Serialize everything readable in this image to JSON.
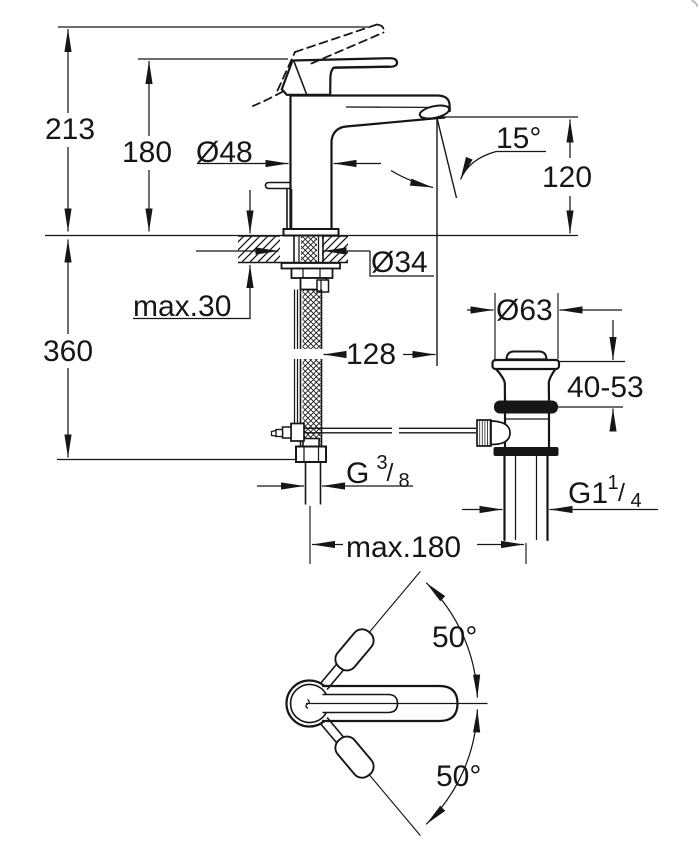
{
  "drawing": {
    "type": "faucet-installation-dimension-drawing",
    "line_color": "#161616",
    "background": "#ffffff",
    "dims": {
      "overall_height": "213",
      "spout_height": "180",
      "body_diameter": "Ø48",
      "spray_angle": "15°",
      "outlet_height": "120",
      "hole_diameter": "Ø34",
      "deck_thickness": "max.30",
      "under_counter_height": "360",
      "spout_reach": "128",
      "waste_flange_diameter": "Ø63",
      "clamp_range": "40-53",
      "supply_thread": {
        "main": "G",
        "sup": "3",
        "slash": "/",
        "sub": "8"
      },
      "waste_thread": {
        "main": "G1",
        "sup": "1",
        "slash": "/",
        "sub": "4"
      },
      "center_distance": "max.180",
      "handle_swing_upper": "50°",
      "handle_swing_lower": "50°"
    }
  }
}
